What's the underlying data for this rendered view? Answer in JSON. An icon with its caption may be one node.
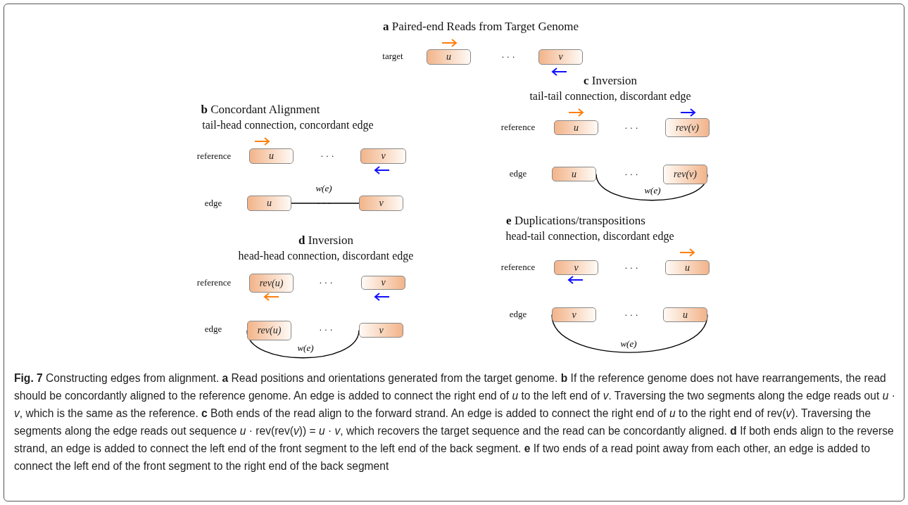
{
  "diagram": {
    "caption": "**Fig. 7** Constructing edges from alignment. **a** Read positions and orientations generated from the target genome. **b** If the reference genome does not have rearrangements, the read should be concordantly aligned to the reference genome. An edge is added to connect the right end of *u* to the left end of *v*. Traversing the two segments along the edge reads out *u* · *v*, which is the same as the reference. **c** Both ends of the read align to the forward strand. An edge is added to connect the right end of *u* to the right end of rev(*v*). Traversing the segments along the edge reads out sequence *u* · rev(rev(*v*)) = *u* · *v*, which recovers the target sequence and the read can be concordantly aligned. **d** If both ends align to the reverse strand, an edge is added to connect the left end of the front segment to the left end of the back segment. **e** If two ends of a read point away from each other, an edge is added to connect the left end of the front segment to the right end of the back segment",
    "nodes": [
      {
        "text": [
          "u"
        ]
      },
      {
        "text": [
          "v"
        ]
      },
      {
        "text": [
          "u"
        ]
      },
      {
        "text": [
          "v"
        ]
      },
      {
        "text": [
          "u"
        ]
      },
      {
        "text": [
          "v"
        ]
      },
      {
        "text": [
          "u"
        ]
      },
      {
        "text": [
          "rev(v)"
        ]
      },
      {
        "text": [
          "u"
        ]
      },
      {
        "text": [
          "rev(v)"
        ]
      },
      {
        "text": [
          "rev(u)"
        ]
      },
      {
        "text": [
          "v"
        ]
      },
      {
        "text": [
          "rev(u)"
        ]
      },
      {
        "text": [
          "v"
        ]
      },
      {
        "text": [
          "v"
        ]
      },
      {
        "text": [
          "u"
        ]
      },
      {
        "text": [
          "v"
        ]
      },
      {
        "text": [
          "u"
        ]
      }
    ],
    "edges": [
      {
        "from": 4,
        "to": 5,
        "arrow": "none",
        "label": "w(e)"
      },
      {
        "from": 8,
        "to": 9,
        "arrow": "none",
        "label": "w(e)"
      },
      {
        "from": 12,
        "to": 13,
        "arrow": "none",
        "label": "w(e)"
      },
      {
        "from": 16,
        "to": 17,
        "arrow": "none",
        "label": "w(e)"
      }
    ],
    "labels": [
      "**a** Paired-end Reads from Target Genome",
      "target",
      "· · ·",
      "**b** Concordant Alignment",
      "tail-head connection, concordant edge",
      "reference",
      "· · ·",
      "edge",
      "· · ·",
      "**c** Inversion",
      "tail-tail connection, discordant edge",
      "reference",
      "· · ·",
      "edge",
      "· · ·",
      "**d** Inversion",
      "head-head connection, discordant edge",
      "reference",
      "· · ·",
      "edge",
      "· · ·",
      "**e** Duplications/transpositions",
      "head-tail connection, discordant edge",
      "reference",
      "· · ·",
      "edge",
      "· · ·"
    ]
  }
}
